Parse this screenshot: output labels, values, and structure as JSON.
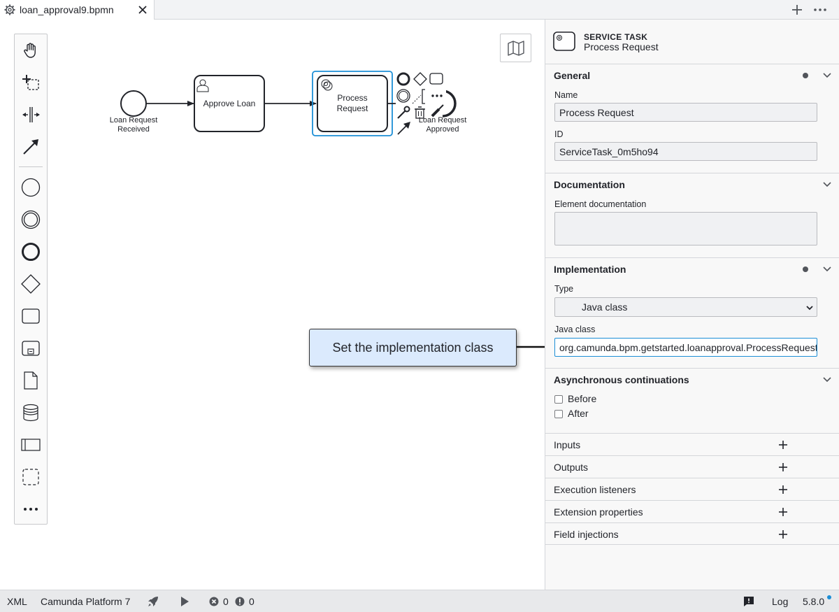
{
  "tab": {
    "filename": "loan_approval9.bpmn"
  },
  "diagram": {
    "start_event_label": "Loan Request Received",
    "user_task_label": "Approve Loan",
    "service_task_label": "Process Request",
    "end_event_label": "Loan Request Approved"
  },
  "callout": {
    "text": "Set the implementation class"
  },
  "panel": {
    "element_type": "SERVICE TASK",
    "element_name": "Process Request",
    "general": {
      "title": "General",
      "name_label": "Name",
      "name_value": "Process Request",
      "id_label": "ID",
      "id_value": "ServiceTask_0m5ho94"
    },
    "documentation": {
      "title": "Documentation",
      "element_doc_label": "Element documentation",
      "element_doc_value": ""
    },
    "implementation": {
      "title": "Implementation",
      "type_label": "Type",
      "type_value": "Java class",
      "java_class_label": "Java class",
      "java_class_value": "org.camunda.bpm.getstarted.loanapproval.ProcessRequestDelegate"
    },
    "async": {
      "title": "Asynchronous continuations",
      "before_label": "Before",
      "after_label": "After"
    },
    "groups": [
      "Inputs",
      "Outputs",
      "Execution listeners",
      "Extension properties",
      "Field injections"
    ]
  },
  "statusbar": {
    "xml": "XML",
    "platform": "Camunda Platform 7",
    "errors": "0",
    "warnings": "0",
    "log": "Log",
    "version": "5.8.0"
  },
  "colors": {
    "selection": "#1c8ed6",
    "callout_bg": "#dbeafd",
    "panel_bg": "#f8f8f8",
    "status_bg": "#e8e9eb"
  }
}
